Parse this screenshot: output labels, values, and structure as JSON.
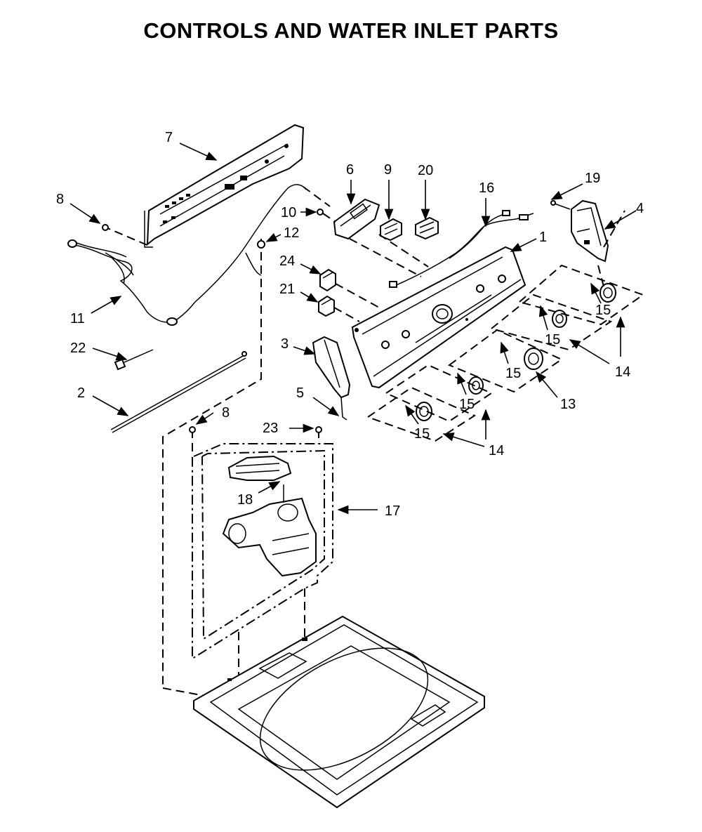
{
  "title": "CONTROLS AND WATER INLET PARTS",
  "callouts": {
    "c1": "1",
    "c2": "2",
    "c3": "3",
    "c4": "4",
    "c5": "5",
    "c6": "6",
    "c7": "7",
    "c8a": "8",
    "c8b": "8",
    "c9": "9",
    "c10": "10",
    "c11": "11",
    "c12": "12",
    "c13": "13",
    "c14a": "14",
    "c14b": "14",
    "c15a": "15",
    "c15b": "15",
    "c15c": "15",
    "c15d": "15",
    "c15e": "15",
    "c16": "16",
    "c17": "17",
    "c18": "18",
    "c19": "19",
    "c20": "20",
    "c21": "21",
    "c22": "22",
    "c23": "23",
    "c24": "24"
  }
}
